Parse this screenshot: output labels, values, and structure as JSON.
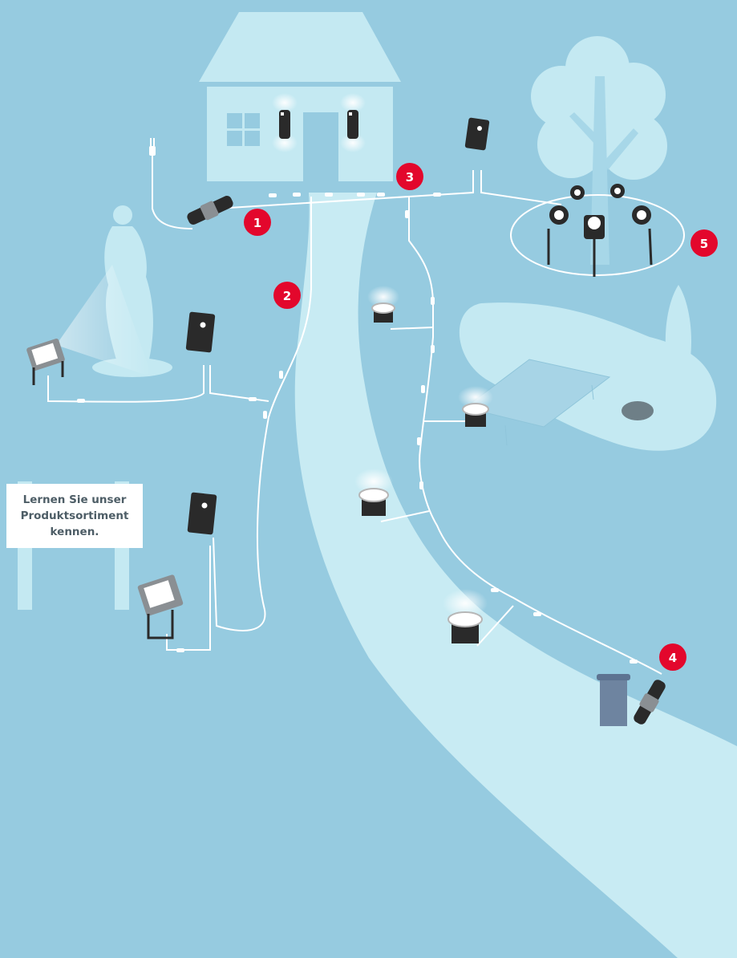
{
  "scene": {
    "colors": {
      "background": "#96cbe0",
      "path": "#c8ebf3",
      "structure": "#c4e9f2",
      "marker": "#e3072c",
      "device": "#2a2a2a",
      "cable": "#ffffff"
    }
  },
  "sign": {
    "lines": [
      "Lernen Sie unser",
      "Produktsortiment",
      "kennen."
    ]
  },
  "markers": [
    {
      "label": "1"
    },
    {
      "label": "2"
    },
    {
      "label": "3"
    },
    {
      "label": "4"
    },
    {
      "label": "5"
    }
  ]
}
